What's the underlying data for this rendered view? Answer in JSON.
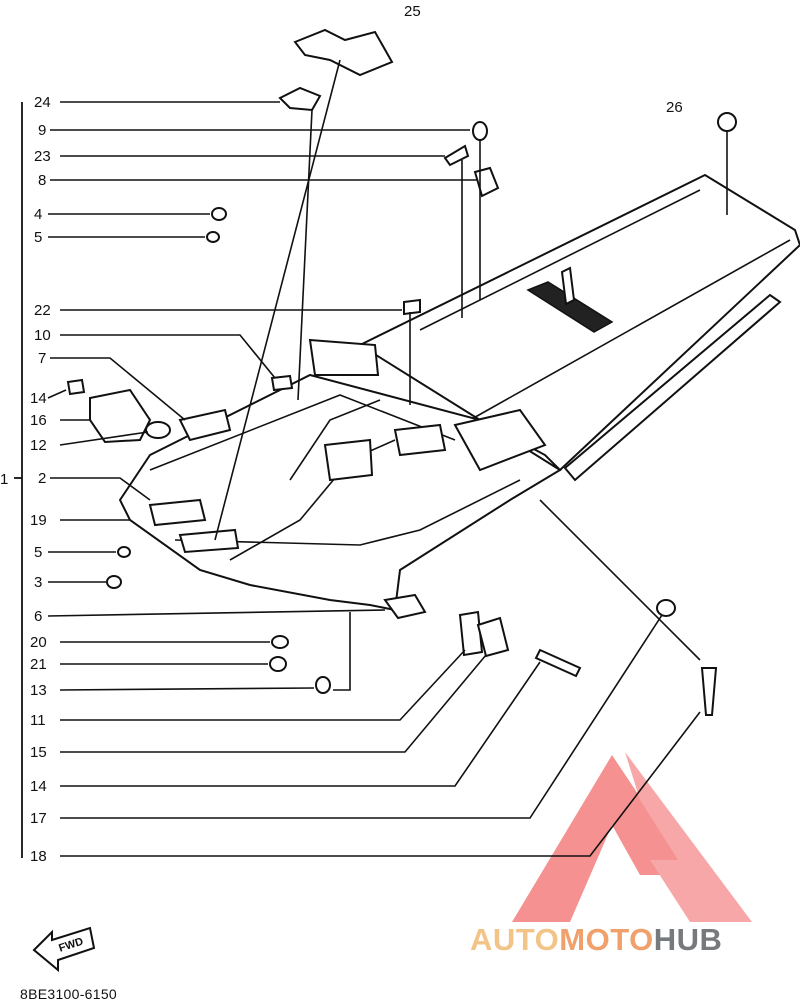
{
  "diagram": {
    "callouts_left": [
      {
        "id": "24",
        "label": "24"
      },
      {
        "id": "9",
        "label": "9"
      },
      {
        "id": "23",
        "label": "23"
      },
      {
        "id": "8",
        "label": "8"
      },
      {
        "id": "4",
        "label": "4"
      },
      {
        "id": "5a",
        "label": "5"
      },
      {
        "id": "22",
        "label": "22"
      },
      {
        "id": "10",
        "label": "10"
      },
      {
        "id": "7",
        "label": "7"
      },
      {
        "id": "14a",
        "label": "14"
      },
      {
        "id": "16",
        "label": "16"
      },
      {
        "id": "12",
        "label": "12"
      },
      {
        "id": "2",
        "label": "2"
      },
      {
        "id": "19",
        "label": "19"
      },
      {
        "id": "5b",
        "label": "5"
      },
      {
        "id": "3",
        "label": "3"
      },
      {
        "id": "6",
        "label": "6"
      },
      {
        "id": "20",
        "label": "20"
      },
      {
        "id": "21",
        "label": "21"
      },
      {
        "id": "13",
        "label": "13"
      },
      {
        "id": "11",
        "label": "11"
      },
      {
        "id": "15",
        "label": "15"
      },
      {
        "id": "14b",
        "label": "14"
      },
      {
        "id": "17",
        "label": "17"
      },
      {
        "id": "18",
        "label": "18"
      }
    ],
    "callout_assembly": "1",
    "callout_top": "25",
    "callout_right": "26",
    "fwd_label": "FWD",
    "footer_code": "8BE3100-6150"
  },
  "logo": {
    "part1": "AUTO",
    "part2": "MOTO",
    "part3": "HUB",
    "colors": {
      "auto": "#f2c487",
      "moto": "#f0a06a",
      "hub": "#777a7d",
      "triangle": "#f26d6d"
    }
  }
}
